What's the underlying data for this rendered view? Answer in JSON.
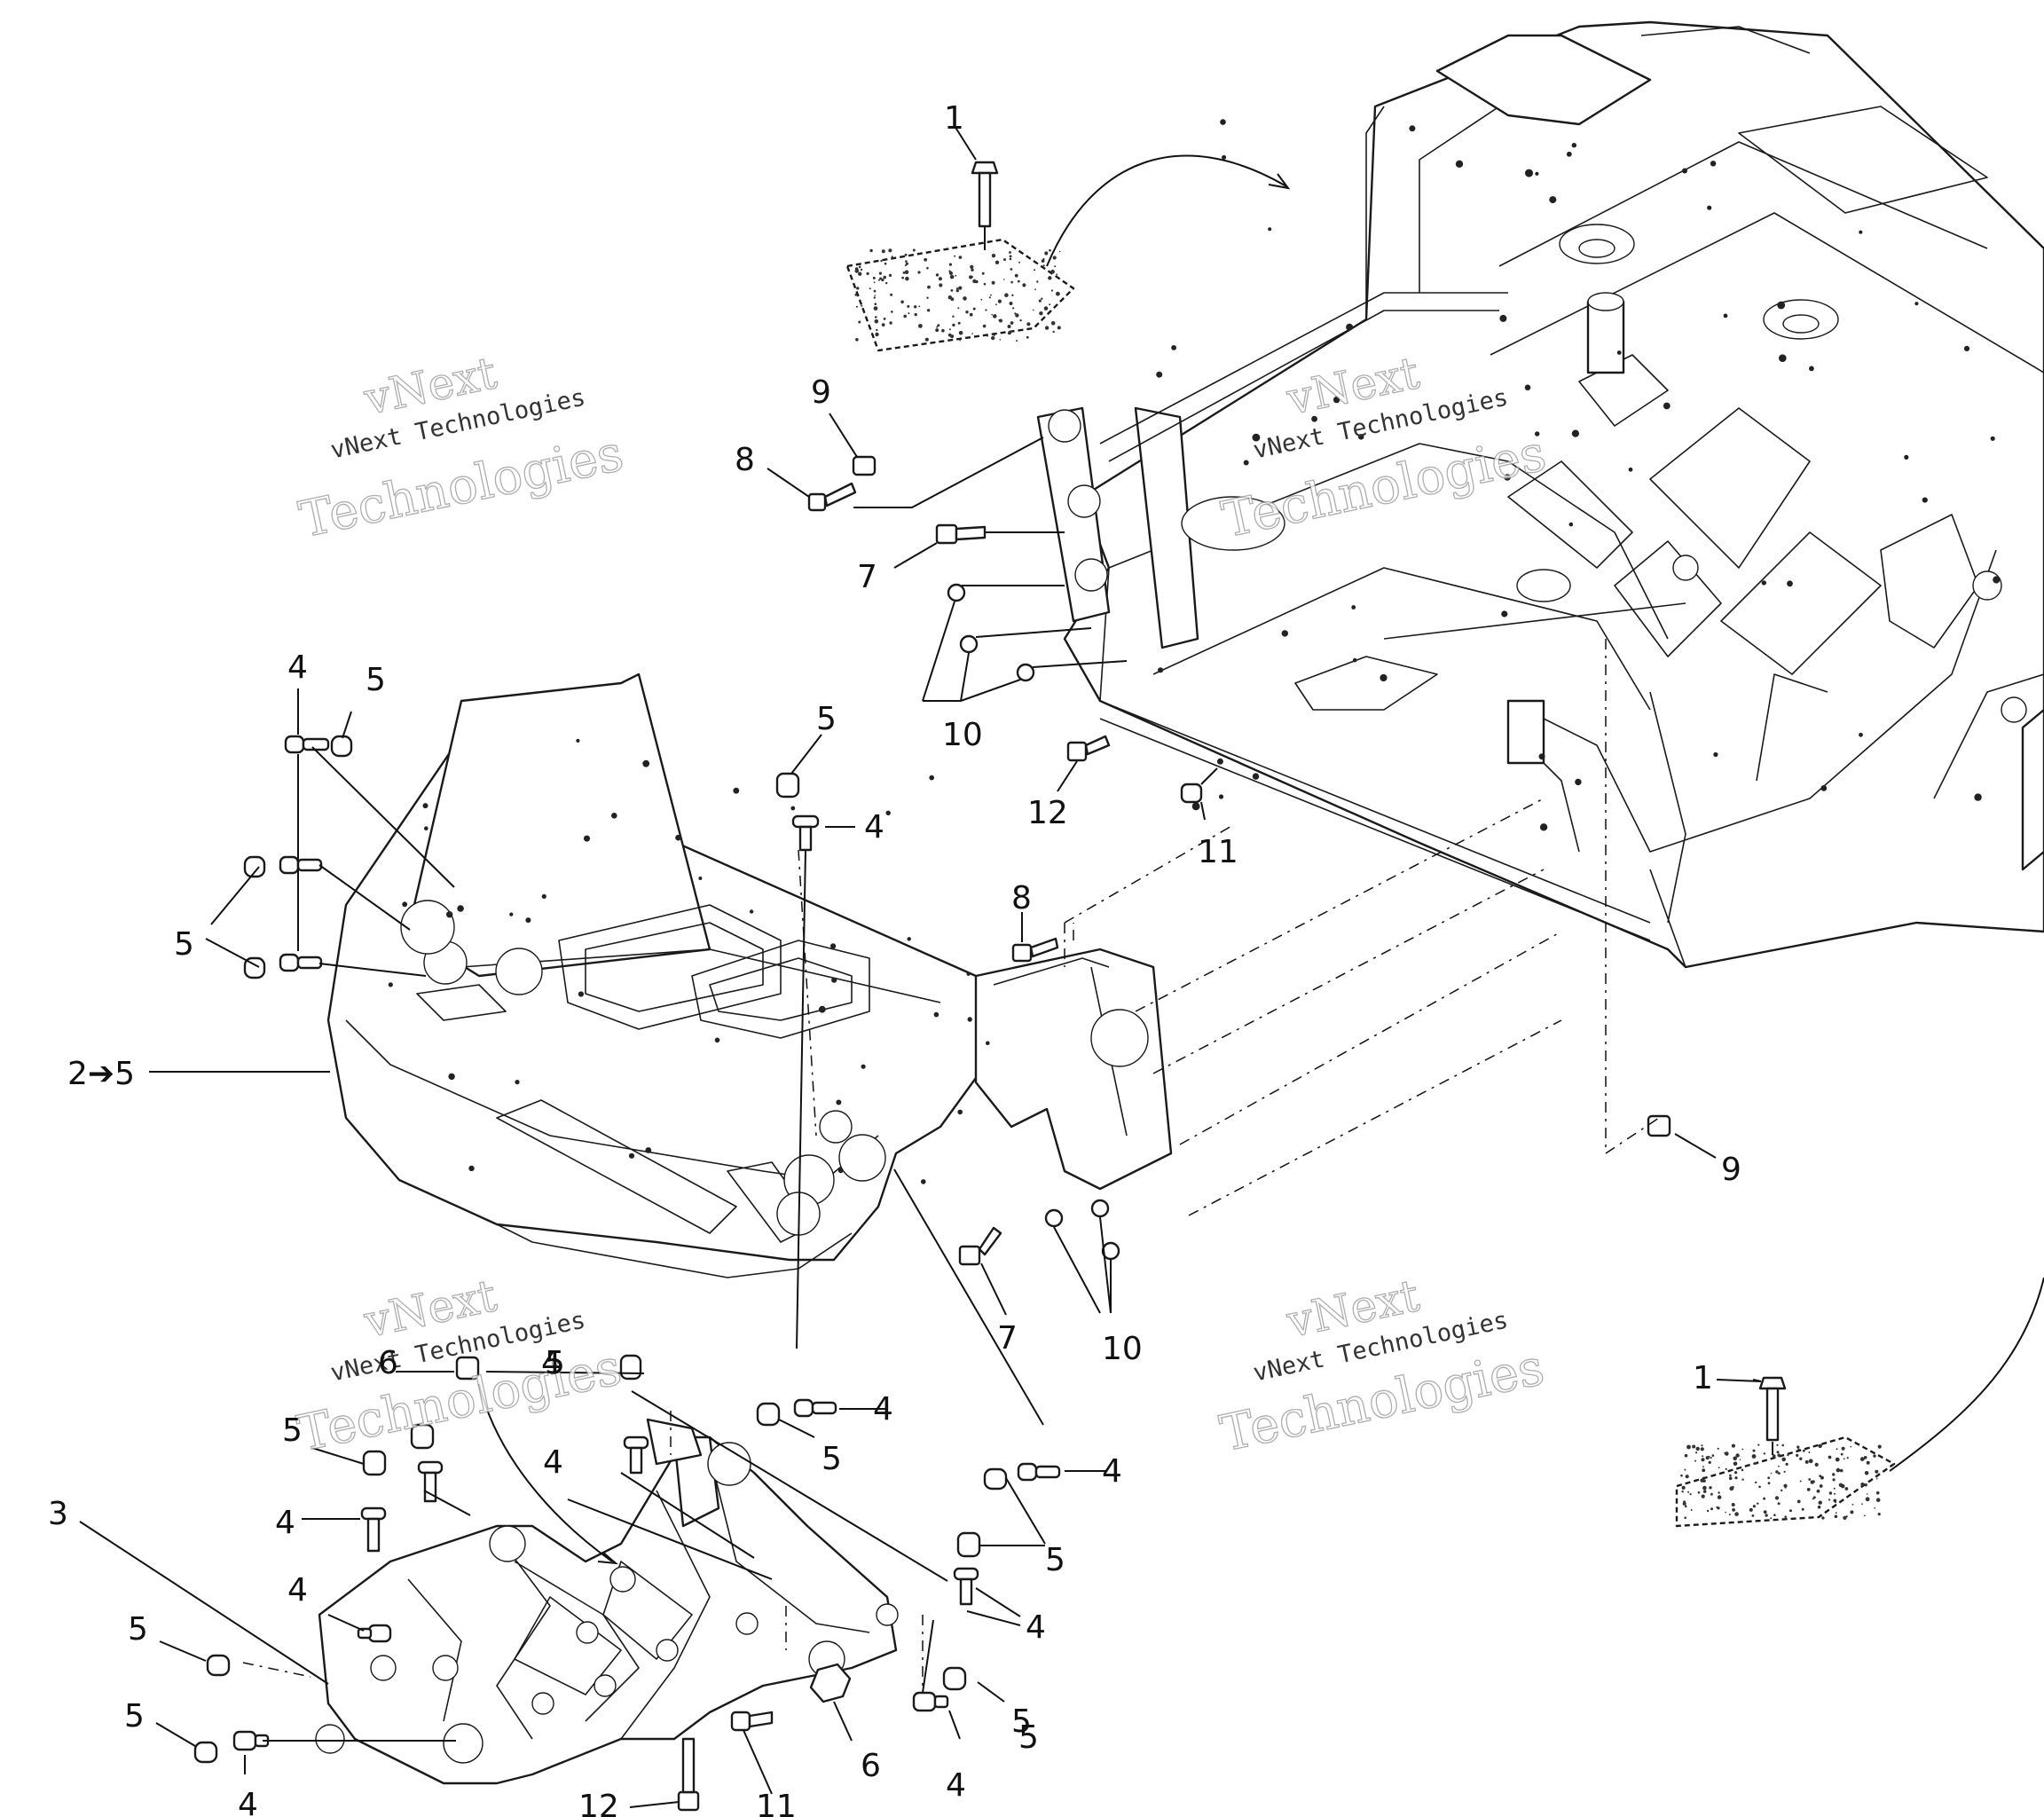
{
  "watermark": {
    "brand": "vNext",
    "subtitle": "Technologies",
    "small": "vNext Technologies"
  },
  "callouts": {
    "c1_top": "1",
    "c1_bottom": "1",
    "c2": "2➔5",
    "c3": "3",
    "c4_a": "4",
    "c4_b": "4",
    "c4_c": "4",
    "c4_d": "4",
    "c4_e": "4",
    "c4_f": "4",
    "c4_g": "4",
    "c4_h": "4",
    "c4_i": "4",
    "c4_j": "4",
    "c4_k": "4",
    "c5_a": "5",
    "c5_b": "5",
    "c5_c": "5",
    "c5_d": "5",
    "c5_e": "5",
    "c5_f": "5",
    "c5_g": "5",
    "c5_h": "5",
    "c5_i": "5",
    "c5_j": "5",
    "c5_k": "5",
    "c6_a": "6",
    "c6_b": "6",
    "c7_a": "7",
    "c7_b": "7",
    "c8_a": "8",
    "c8_b": "8",
    "c9_a": "9",
    "c9_b": "9",
    "c10_a": "10",
    "c10_b": "10",
    "c11_a": "11",
    "c11_b": "11",
    "c12_a": "12",
    "c12_b": "12"
  }
}
